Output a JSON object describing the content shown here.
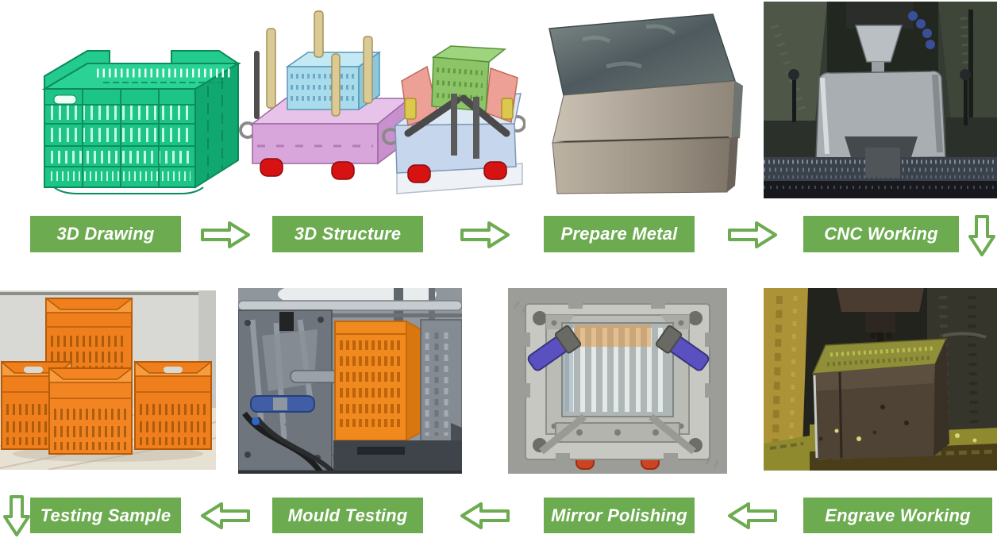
{
  "theme": {
    "accent_green": "#6CAB4F",
    "label_text_color": "#ffffff",
    "background": "#ffffff",
    "crate_render_green": "#1CC485",
    "sample_crate_orange": "#EF7F1C"
  },
  "flow": {
    "row1": {
      "direction": "left-to-right",
      "steps": [
        {
          "label": "3D Drawing"
        },
        {
          "label": "3D Structure"
        },
        {
          "label": "Prepare Metal"
        },
        {
          "label": "CNC Working"
        }
      ],
      "connector_icon": "arrow-right-icon",
      "end_connector_icon": "arrow-down-icon"
    },
    "row2": {
      "direction": "right-to-left",
      "steps": [
        {
          "label": "Testing Sample"
        },
        {
          "label": "Mould Testing"
        },
        {
          "label": "Mirror Polishing"
        },
        {
          "label": "Engrave Working"
        }
      ],
      "connector_icon": "arrow-left-icon",
      "start_connector_icon": "arrow-down-icon"
    }
  },
  "images": {
    "row1": [
      {
        "name": "green-crate-3d-render"
      },
      {
        "name": "mould-3d-structure-cad"
      },
      {
        "name": "prepared-metal-blocks"
      },
      {
        "name": "cnc-machining-photo"
      }
    ],
    "row2": [
      {
        "name": "orange-crates-sample-photo"
      },
      {
        "name": "injection-mould-testing-photo"
      },
      {
        "name": "mirror-polished-mould-photo"
      },
      {
        "name": "engrave-edm-working-photo"
      }
    ]
  }
}
